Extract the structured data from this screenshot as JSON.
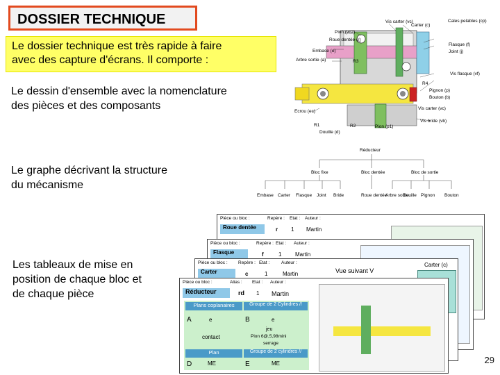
{
  "header": {
    "title": "DOSSIER TECHNIQUE"
  },
  "intro": {
    "text_line1": "Le dossier technique est très rapide à faire",
    "text_line2": "avec des capture d'écrans. Il comporte :"
  },
  "bullets": {
    "b1_line1": "Le dessin d'ensemble avec la nomenclature",
    "b1_line2": "des pièces et des composants",
    "b2_line1": "Le graphe décrivant la structure",
    "b2_line2": "du mécanisme",
    "b3_line1": "Les  tableaux de mise en",
    "b3_line2": "position de chaque bloc et",
    "b3_line3": "de chaque pièce"
  },
  "drawing": {
    "labels": {
      "vis_carter": "Vis carter (vc)",
      "carter": "Carter (c)",
      "pion_vc": "Pion (vc2)",
      "cales": "Cales pelables (cp)",
      "roue": "Roue dentée (r)",
      "flasque": "Flasque (f)",
      "joint": "Joint (j)",
      "embase": "Embase (e)",
      "arbre": "Arbre sortie (a)",
      "r3": "R3",
      "r4": "R4",
      "pignon": "Pignon (p)",
      "vis_flasque": "Vis flasque (vf)",
      "bouton": "Bouton (b)",
      "vis_ecrou": "Vis carter (vc)",
      "ecrou": "Ecrou (ec)",
      "r1": "R1",
      "r2": "R2",
      "pion_p1": "Pion (p1)",
      "vis_bride": "Vis bride (vb)",
      "douille": "Douille (d)"
    }
  },
  "graph": {
    "root": "Réducteur",
    "blocs": [
      "Bloc fixe",
      "Bloc dentée",
      "Bloc de sortie"
    ],
    "leaves": [
      "Embase",
      "Carter",
      "Flasque",
      "Joint",
      "Bride",
      "Roue dentée",
      "Arbre sortie",
      "Douille",
      "Pignon",
      "Bouton"
    ]
  },
  "tables": {
    "t1": {
      "piece_label": "Pièce ou bloc :",
      "repere_label": "Repère :",
      "etat_label": "Etat :",
      "auteur_label": "Auteur :",
      "piece": "Roue dentée",
      "repere": "r",
      "etat": "1",
      "auteur": "Martin"
    },
    "t2": {
      "piece_label": "Pièce ou bloc :",
      "repere_label": "Repère :",
      "etat_label": "Etat :",
      "auteur_label": "Auteur :",
      "piece": "Flasque",
      "repere": "f",
      "etat": "1",
      "auteur": "Martin"
    },
    "t3": {
      "piece_label": "Pièce ou bloc :",
      "repere_label": "Repère :",
      "etat_label": "Etat :",
      "auteur_label": "Auteur :",
      "piece": "Carter",
      "repere": "c",
      "etat": "1",
      "auteur": "Martin",
      "vue": "Vue suivant V",
      "carter_label": "Carter (c)"
    },
    "t4": {
      "piece_label": "Pièce ou bloc :",
      "alias_label": "Alias :",
      "etat_label": "Etat :",
      "auteur_label": "Auteur :",
      "piece": "Réducteur",
      "alias": "rd",
      "etat": "1",
      "auteur": "Martin",
      "plans": "Plans coplanaires",
      "groupe1": "Groupe de 2 Cylindres //",
      "A": "A",
      "B": "B",
      "e1": "e",
      "e2": "e",
      "contact": "contact",
      "jeu": "jeu",
      "pion": "Pion 6@,5,98mini",
      "serrage": "serrage",
      "plan": "Plan",
      "groupe2": "Groupe de 2 cylindres //",
      "D": "D",
      "E": "E",
      "me1": "ME",
      "me2": "ME"
    }
  },
  "footer": {
    "page_number": "29"
  }
}
